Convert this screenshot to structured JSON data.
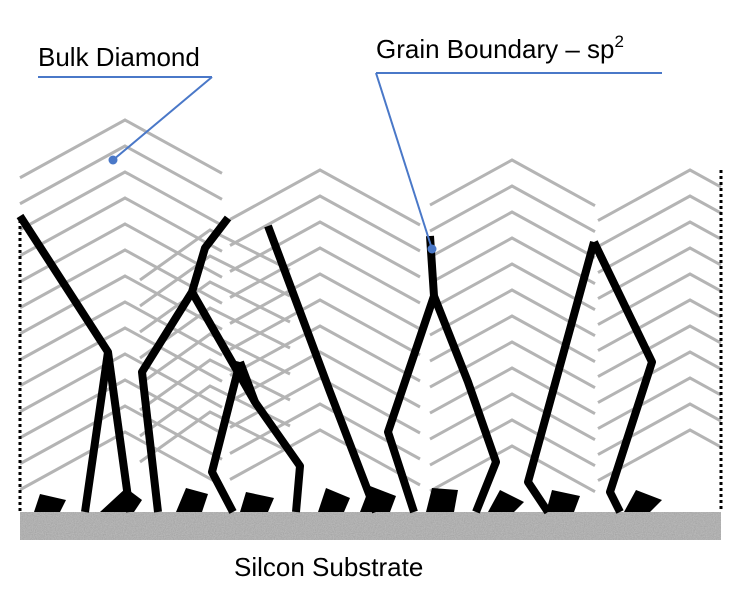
{
  "labels": {
    "bulk_diamond": "Bulk Diamond",
    "grain_boundary": "Grain Boundary – sp",
    "grain_boundary_sup": "2",
    "substrate": "Silcon Substrate"
  },
  "colors": {
    "background": "#ffffff",
    "growth_lines": "#b4b4b4",
    "grain_boundary": "#000000",
    "callout_line": "#4a78c8",
    "substrate": "#9a9a9a"
  }
}
